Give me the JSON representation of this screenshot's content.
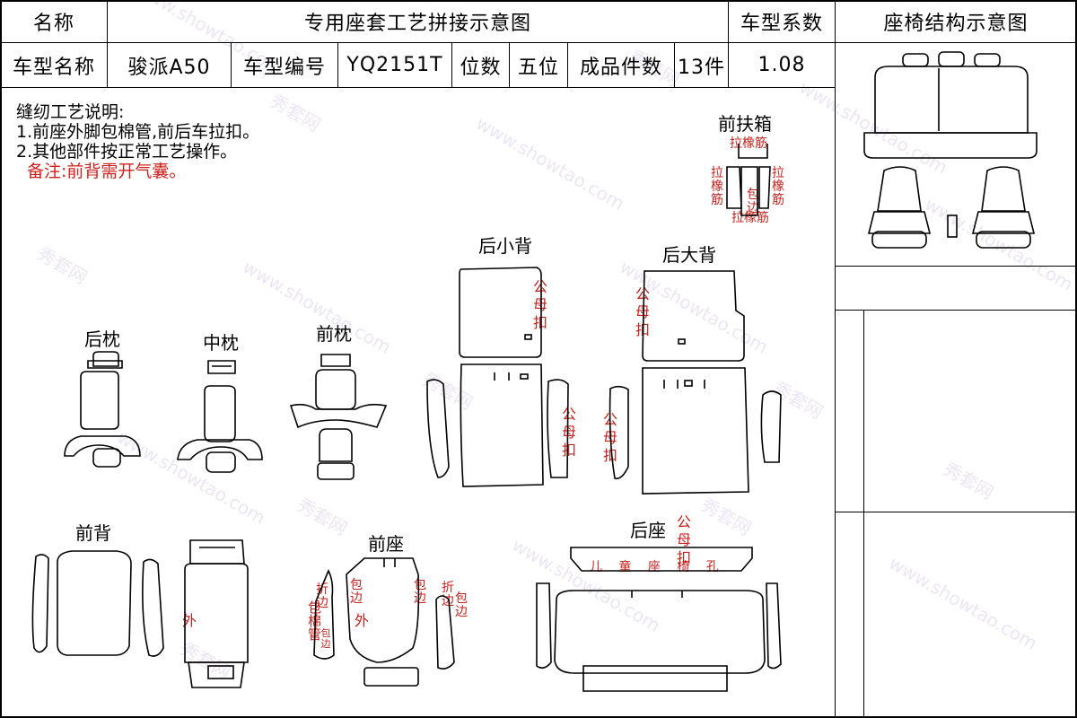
{
  "header": {
    "name_label": "名称",
    "diagram_title": "专用座套工艺拼接示意图",
    "coef_label": "车型系数",
    "structure_label": "座椅结构示意图"
  },
  "info": {
    "model_name_label": "车型名称",
    "model_name": "骏派A50",
    "model_code_label": "车型编号",
    "model_code": "YQ2151T",
    "seats_label": "位数",
    "seats": "五位",
    "pieces_label": "成品件数",
    "pieces": "13件",
    "coef": "1.08"
  },
  "notes": {
    "heading": "缝纫工艺说明:",
    "line1": "1.前座外脚包棉管,前后车拉扣。",
    "line2": "2.其他部件按正常工艺操作。",
    "remark": "备注:前背需开气囊。"
  },
  "parts": {
    "front_armrest": "前扶箱",
    "rear_small_back": "后小背",
    "rear_big_back": "后大背",
    "rear_pillow": "后枕",
    "mid_pillow": "中枕",
    "front_pillow": "前枕",
    "front_back": "前背",
    "front_seat": "前座",
    "rear_seat": "后座"
  },
  "annotations": {
    "elastic": "拉橡筋",
    "wrap": "包边",
    "snap": "公母扣",
    "outer": "外",
    "fold_edge": "折边",
    "cotton_tube": "包棉管",
    "child_seat": "儿 童 座 椅 孔"
  },
  "watermark": {
    "brand": "秀套网",
    "url": "www.showtao.com"
  },
  "colors": {
    "annotation_red": "#c8201c"
  }
}
